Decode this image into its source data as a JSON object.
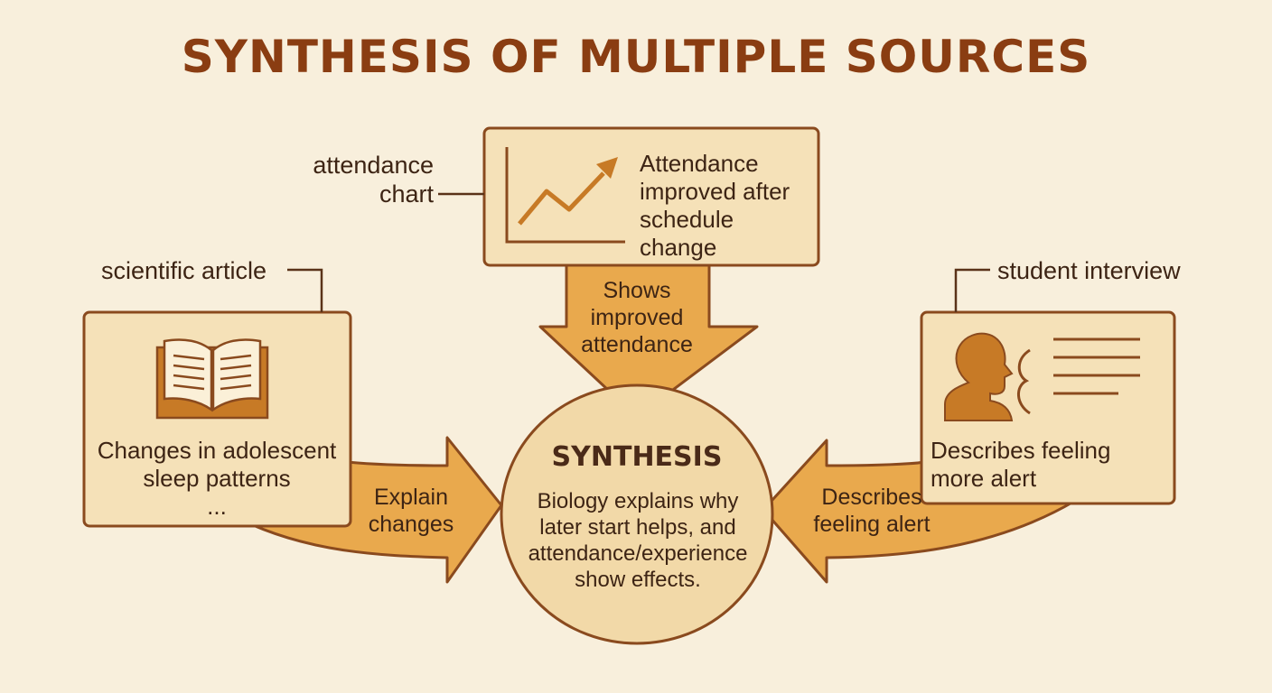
{
  "title": "SYNTHESIS OF MULTIPLE SOURCES",
  "sources": {
    "chart": {
      "label_line1": "attendance",
      "label_line2": "chart",
      "text_line1": "Attendance",
      "text_line2": "improved after",
      "text_line3": "schedule change",
      "icon": "line-chart-icon"
    },
    "article": {
      "label": "scientific article",
      "text_line1": "Changes in adolescent",
      "text_line2": "sleep patterns",
      "text_line3": "...",
      "icon": "open-book-icon"
    },
    "interview": {
      "label": "student interview",
      "text_line1": "Describes feeling",
      "text_line2": "more alert",
      "icon": "speaking-person-icon"
    }
  },
  "arrows": {
    "top": {
      "line1": "Shows",
      "line2": "improved",
      "line3": "attendance"
    },
    "left": {
      "line1": "Explain",
      "line2": "changes"
    },
    "right": {
      "line1": "Describes",
      "line2": "feeling alert"
    }
  },
  "synthesis": {
    "title": "SYNTHESIS",
    "line1": "Biology explains why",
    "line2": "later start helps, and",
    "line3": "attendance/experience",
    "line4": "show effects."
  },
  "colors": {
    "background": "#f8efdc",
    "box_fill": "#f5e1b8",
    "stroke": "#8a4a1e",
    "arrow_fill": "#e9a94d",
    "title": "#8a3d12",
    "icon": "#c77a26"
  }
}
